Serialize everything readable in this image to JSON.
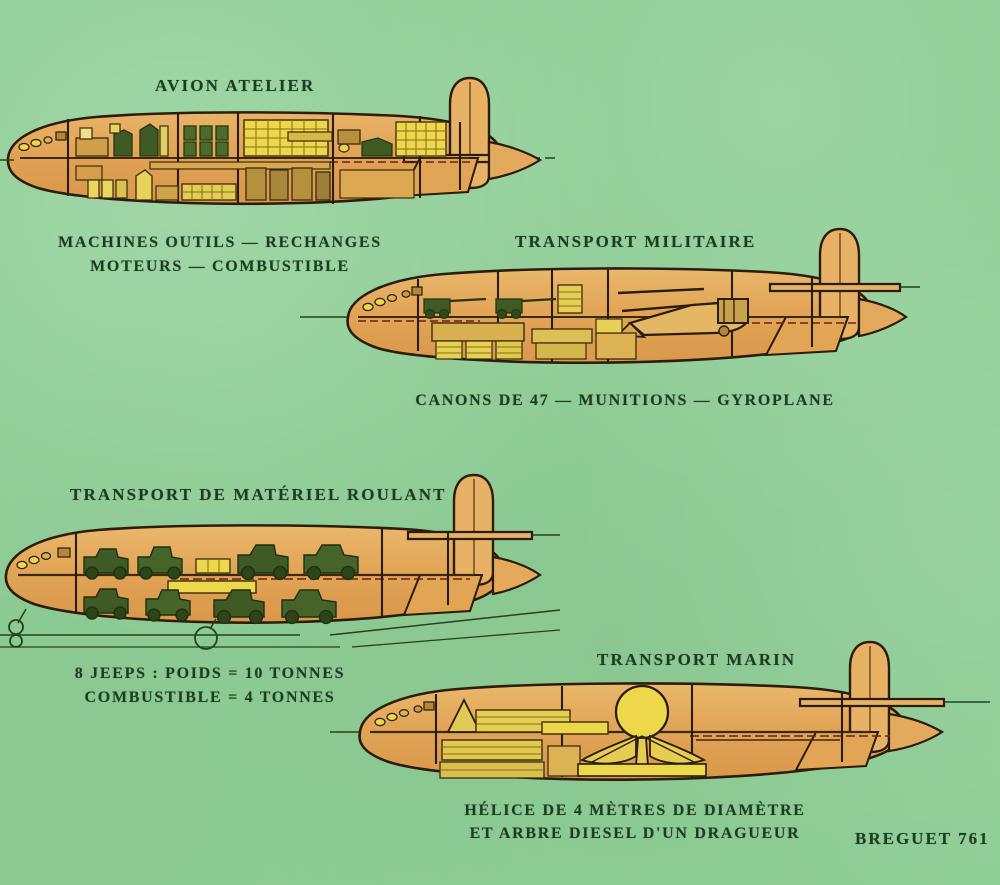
{
  "page": {
    "background_color": "#8fce96",
    "ink_color": "#1d3d22",
    "fuselage_fill": "#e5a65a",
    "fuselage_fill_light": "#eebb72",
    "cargo_yellow": "#ecd84a",
    "cargo_yellow_pale": "#f2e88a",
    "machine_green": "#3f5a24",
    "outline_color": "#2a1d0e",
    "credit": "BREGUET 761"
  },
  "variants": [
    {
      "id": "avion-atelier",
      "title": "AVION ATELIER",
      "subtitle_lines": [
        "MACHINES OUTILS — RECHANGES",
        "MOTEURS — COMBUSTIBLE"
      ],
      "contents": [
        "machine-tools",
        "spare-parts",
        "engines",
        "fuel"
      ]
    },
    {
      "id": "transport-militaire",
      "title": "TRANSPORT MILITAIRE",
      "subtitle_lines": [
        "CANONS DE 47 — MUNITIONS — GYROPLANE"
      ],
      "contents": [
        "47mm-guns",
        "ammunition",
        "gyroplane"
      ]
    },
    {
      "id": "transport-materiel-roulant",
      "title": "TRANSPORT DE MATÉRIEL ROULANT",
      "subtitle_lines": [
        "8 JEEPS : POIDS = 10 TONNES",
        "COMBUSTIBLE = 4 TONNES"
      ],
      "contents": [
        "jeeps-upper-deck",
        "jeeps-lower-deck"
      ],
      "payload": {
        "jeeps": 8,
        "jeeps_weight": "10 TONNES",
        "fuel_weight": "4 TONNES"
      }
    },
    {
      "id": "transport-marin",
      "title": "TRANSPORT MARIN",
      "subtitle_lines": [
        "HÉLICE DE 4 MÈTRES DE DIAMÈTRE",
        "ET ARBRE DIESEL D'UN DRAGUEUR"
      ],
      "contents": [
        "ship-propeller",
        "diesel-shaft",
        "crates"
      ],
      "payload": {
        "propeller_diameter": "4 MÈTRES"
      }
    }
  ]
}
